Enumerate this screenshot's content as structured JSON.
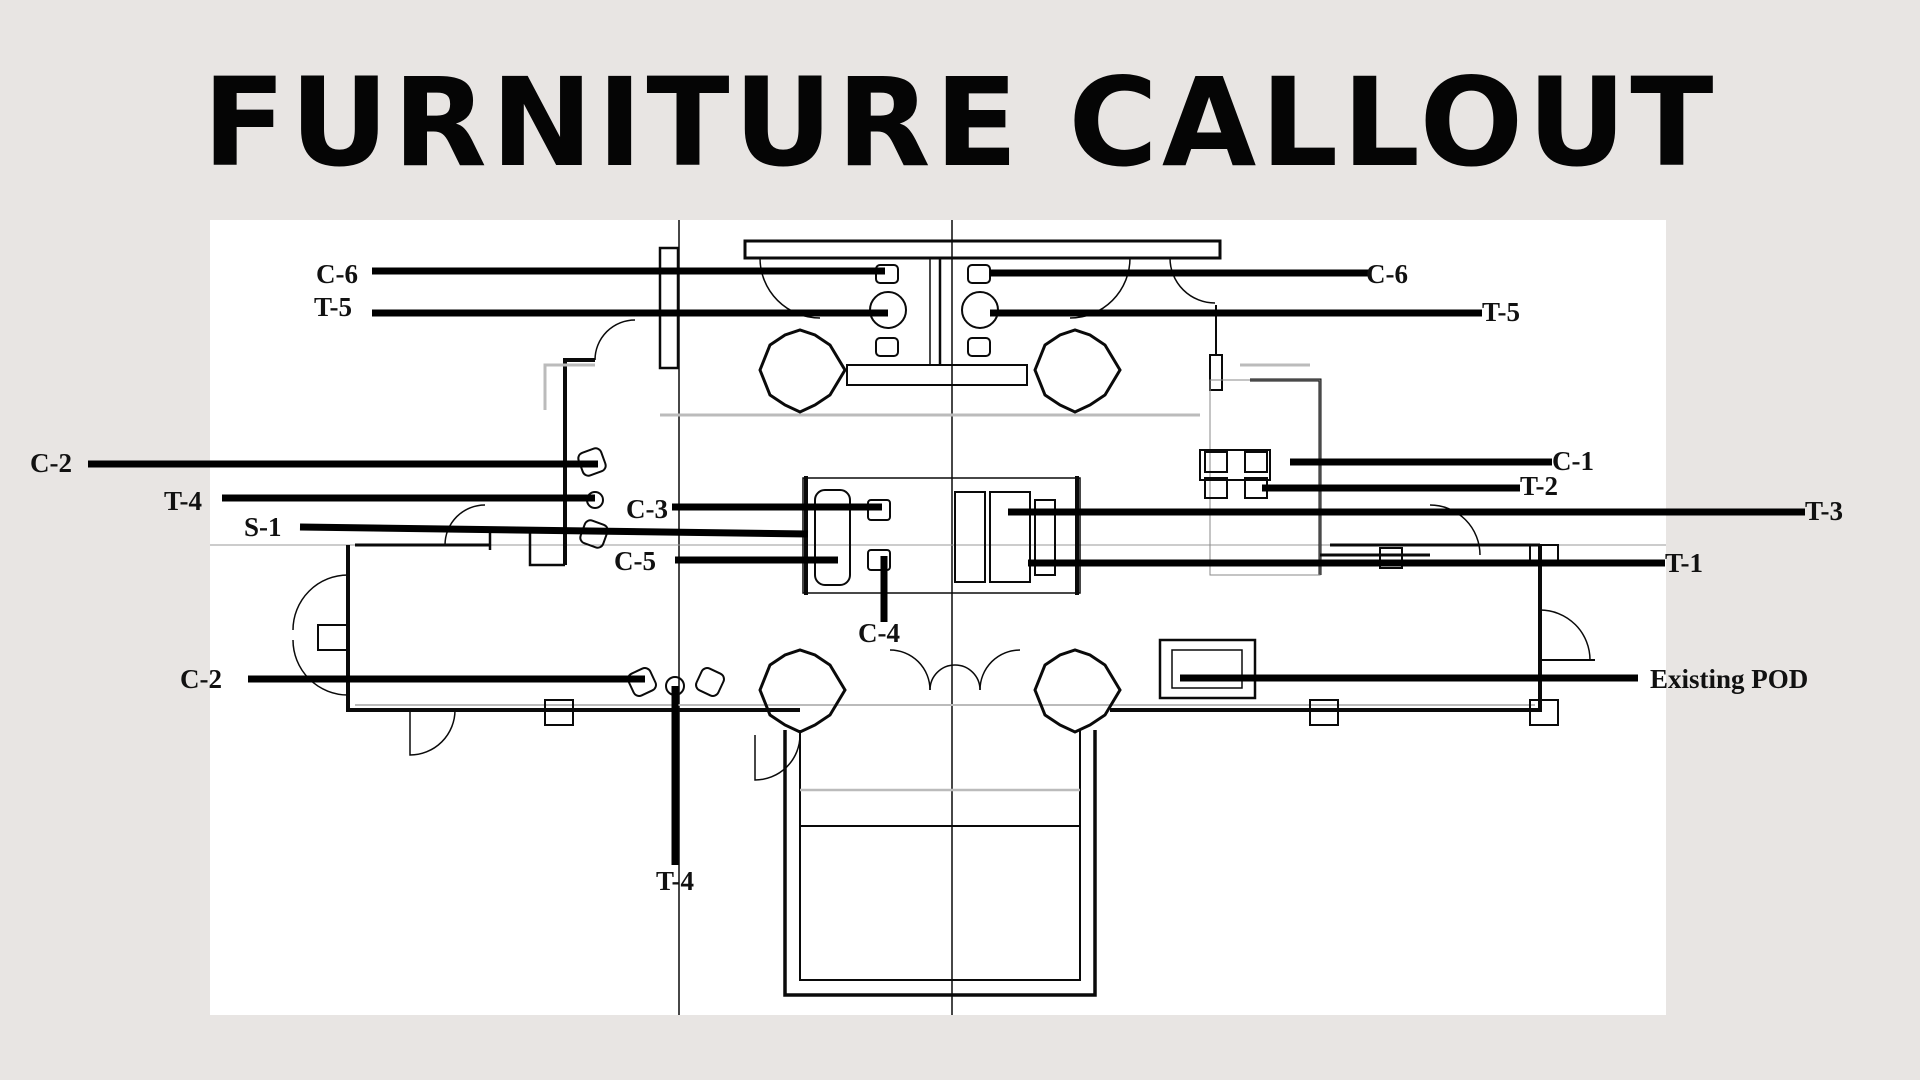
{
  "title": "FURNITURE CALLOUT",
  "colors": {
    "background": "#e8e5e3",
    "plan_background": "#ffffff",
    "ink": "#0a0a0a",
    "faint": "#bbbbbb"
  },
  "callouts": [
    {
      "id": "c6-left",
      "label": "C-6"
    },
    {
      "id": "t5-left",
      "label": "T-5"
    },
    {
      "id": "c6-right",
      "label": "C-6"
    },
    {
      "id": "t5-right",
      "label": "T-5"
    },
    {
      "id": "c2-top",
      "label": "C-2"
    },
    {
      "id": "t4-left",
      "label": "T-4"
    },
    {
      "id": "s1",
      "label": "S-1"
    },
    {
      "id": "c3",
      "label": "C-3"
    },
    {
      "id": "c5",
      "label": "C-5"
    },
    {
      "id": "c4",
      "label": "C-4"
    },
    {
      "id": "c1",
      "label": "C-1"
    },
    {
      "id": "t2",
      "label": "T-2"
    },
    {
      "id": "t3",
      "label": "T-3"
    },
    {
      "id": "t1",
      "label": "T-1"
    },
    {
      "id": "c2-bottom",
      "label": "C-2"
    },
    {
      "id": "t4-bottom",
      "label": "T-4"
    },
    {
      "id": "pod",
      "label": "Existing POD"
    }
  ]
}
